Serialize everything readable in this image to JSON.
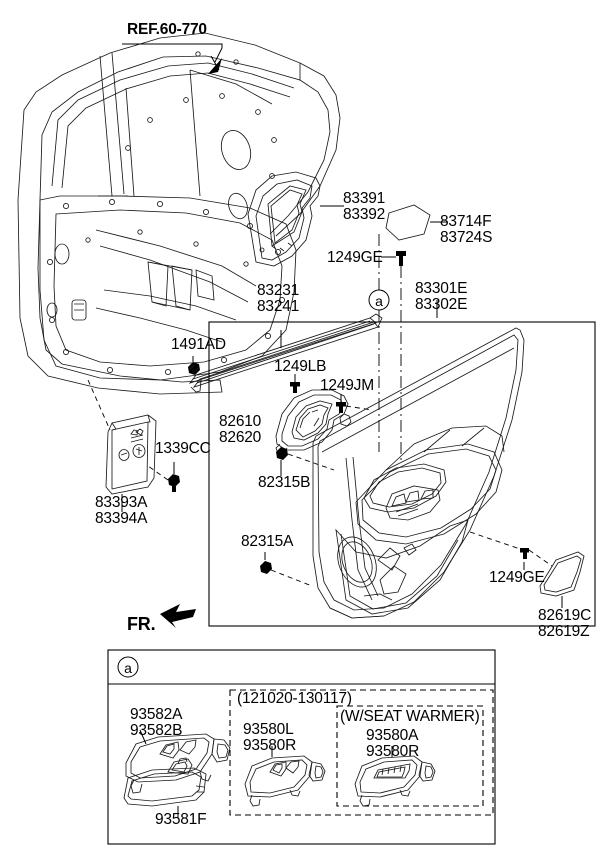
{
  "diagram": {
    "title_ref": "REF.60-770",
    "direction_marker": "FR.",
    "callout_symbol": "a"
  },
  "labels": {
    "ref_60_770": "REF.60-770",
    "door_corner_trim": {
      "line1": "83391",
      "line2": "83392"
    },
    "cap_cover": {
      "line1": "83714F",
      "line2": "83724S"
    },
    "screw_1249ge_top": "1249GE",
    "door_trim_panel": {
      "line1": "83301E",
      "line2": "83302E"
    },
    "belt_weatherstrip": {
      "line1": "83231",
      "line2": "83241"
    },
    "clip_1491ad": "1491AD",
    "screw_1249lb": "1249LB",
    "screw_1249jm": "1249JM",
    "inside_handle": {
      "line1": "82610",
      "line2": "82620"
    },
    "clip_82315b": "82315B",
    "clip_82315a": "82315A",
    "speaker_grille_cover": {
      "line1": "83393A",
      "line2": "83394A"
    },
    "screw_1339cc": "1339CC",
    "screw_1249ge_bottom": "1249GE",
    "rear_trim_cap": {
      "line1": "82619C",
      "line2": "82619Z"
    },
    "fr_arrow": "FR."
  },
  "detail_panel": {
    "callout": "a",
    "groups": [
      {
        "name": "power-window-switch-assembly",
        "part_top": {
          "line1": "93582A",
          "line2": "93582B"
        },
        "part_bottom": "93581F",
        "dashed": false,
        "header": ""
      },
      {
        "name": "date-range-switch",
        "header": "(121020-130117)",
        "dashed": true,
        "part_top": {
          "line1": "93580L",
          "line2": "93580R"
        }
      },
      {
        "name": "seat-warmer-switch",
        "header": "(W/SEAT WARMER)",
        "dashed": true,
        "part_top": {
          "line1": "93580A",
          "line2": "93580R"
        }
      }
    ]
  },
  "colors": {
    "line": "#000000",
    "background": "#ffffff"
  }
}
